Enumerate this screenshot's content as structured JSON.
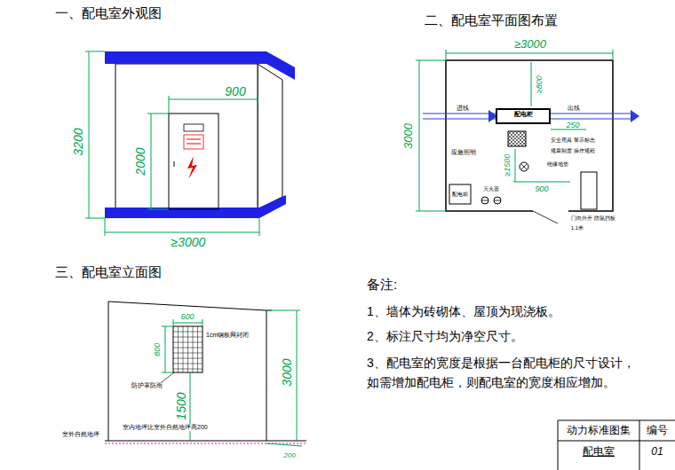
{
  "diagram": {
    "nodes": [
      {
        "text": [
          "配电柜"
        ]
      }
    ],
    "labels": [
      "一、配电室外观图",
      "900",
      "3200",
      "2000",
      "≥3000",
      "二、配电室平面图布置",
      "≥3000",
      "3000",
      "≥800",
      "进线",
      "出线",
      "250",
      "≥1500",
      "900",
      "应急照明",
      "安全用具 警示标志",
      "规章制度 操作规程",
      "配电箱",
      "灭火器",
      "绝缘地垫",
      "门向外开 防鼠挡板",
      "1.1米",
      "三、配电室立面图",
      "600",
      "800",
      "1cm钢板网封闭",
      "防护罩防雨",
      "1500",
      "3000",
      "室内地坪比室外自然地坪高200",
      "室外自然地坪",
      "200",
      "备注:",
      "1、墙体为砖砌体、屋顶为现浇板。",
      "2、标注尺寸均为净空尺寸。",
      "3、配电室的宽度是根据一台配电柜的尺寸设计， 如需增加配电柜，则配电室的宽度相应增加。",
      "动力标准图集",
      "编号",
      "配电室",
      "01"
    ]
  }
}
